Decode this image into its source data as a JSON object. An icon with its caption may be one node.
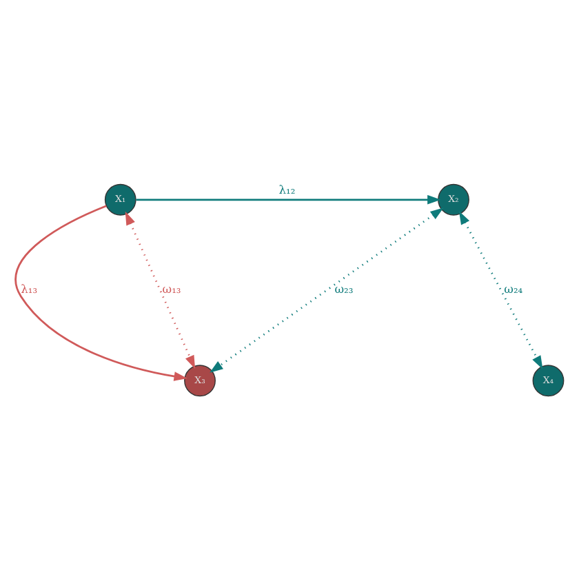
{
  "diagram": {
    "nodes": [
      {
        "text": [
          "X₁"
        ]
      },
      {
        "text": [
          "X₂"
        ]
      },
      {
        "text": [
          "X₃"
        ]
      },
      {
        "text": [
          "X₄"
        ]
      }
    ],
    "edges": [
      {
        "from": 0,
        "to": 1,
        "arrow": "to",
        "label": "λ₁₂"
      },
      {
        "from": 0,
        "to": 2,
        "arrow": "to",
        "label": "λ₁₃",
        "color": "#d05a5a"
      },
      {
        "from": 0,
        "to": 2,
        "arrow": "both",
        "label": "ω₁₃",
        "style": "dashed",
        "color": "#d05a5a"
      },
      {
        "from": 1,
        "to": 2,
        "arrow": "both",
        "label": "ω₂₃",
        "style": "dashed"
      },
      {
        "from": 1,
        "to": 3,
        "arrow": "both",
        "label": "ω₂₄",
        "style": "dashed"
      }
    ]
  }
}
